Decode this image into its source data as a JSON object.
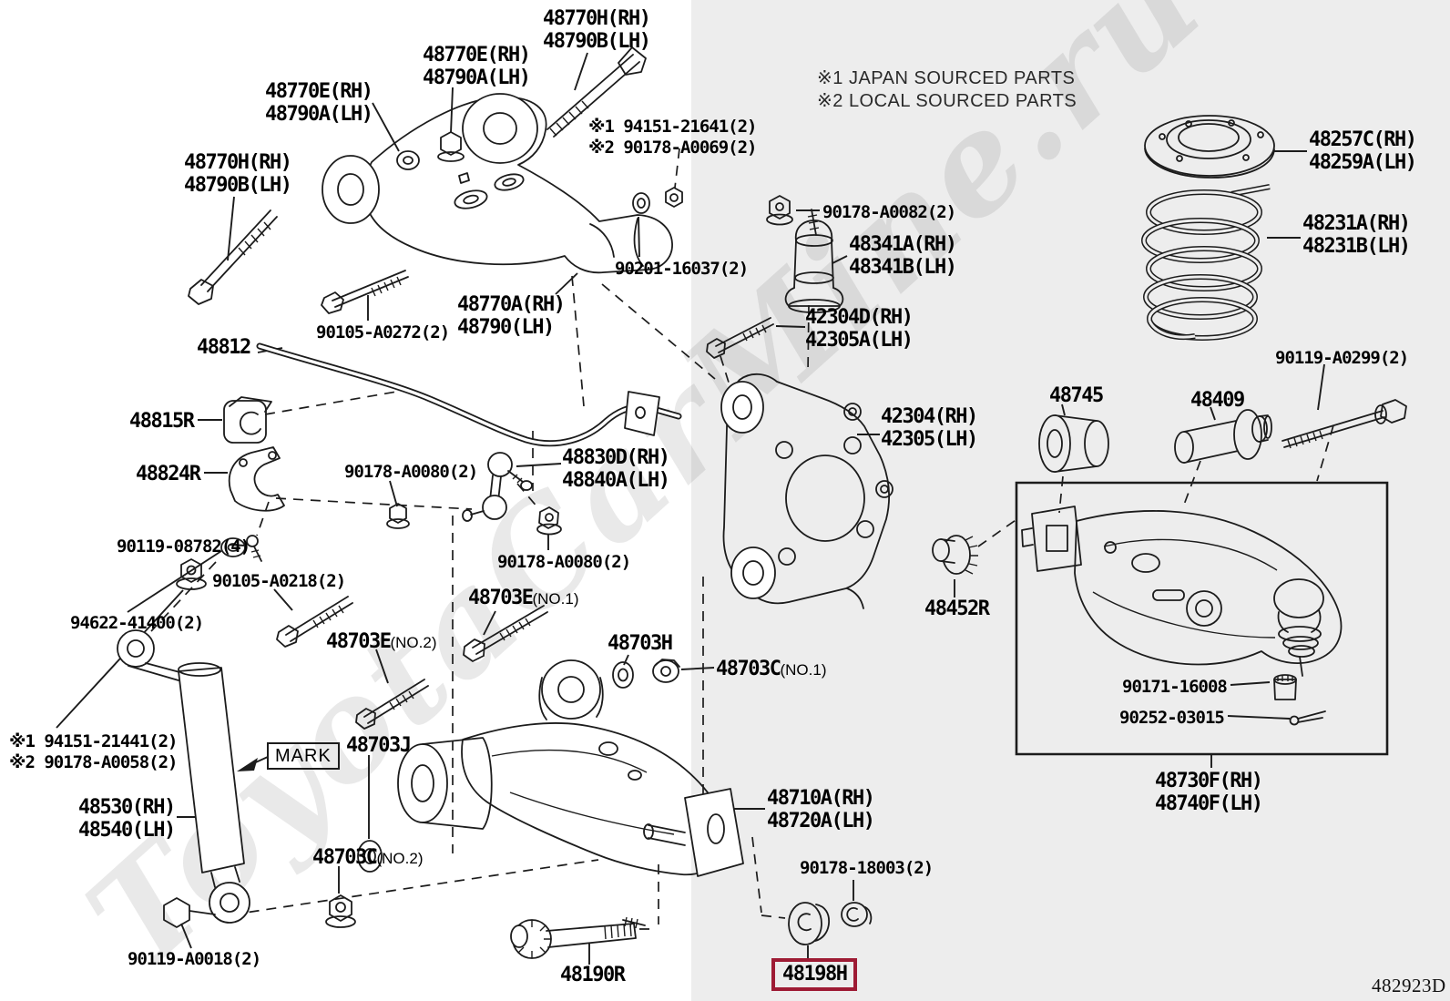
{
  "diagram": {
    "figure_code": "482923D",
    "watermark": "ToyotaCarMine.ru",
    "colors": {
      "highlight_box": "#9e1b34",
      "line": "#1c1c1c",
      "bg_left": "#ffffff",
      "bg_right": "#ededed"
    },
    "notes": {
      "l1": "※1 JAPAN SOURCED PARTS",
      "l2": "※2 LOCAL SOURCED PARTS"
    },
    "refs_top": {
      "l1": "※1 94151-21641(2)",
      "l2": "※2 90178-A0069(2)"
    },
    "refs_bottom": {
      "l1": "※1 94151-21441(2)",
      "l2": "※2 90178-A0058(2)"
    },
    "mark_tag": "MARK",
    "labels": {
      "l48770h_a": {
        "l1": "48770H(RH)",
        "l2": "48790B(LH)"
      },
      "l48770e_a": {
        "l1": "48770E(RH)",
        "l2": "48790A(LH)"
      },
      "l48770e_b": {
        "l1": "48770E(RH)",
        "l2": "48790A(LH)"
      },
      "l48770h_b": {
        "l1": "48770H(RH)",
        "l2": "48790B(LH)"
      },
      "l90201": "90201-16037(2)",
      "l90105_a0272": "90105-A0272(2)",
      "l48770a": {
        "l1": "48770A(RH)",
        "l2": "48790(LH)"
      },
      "l48812": "48812",
      "l48815r": "48815R",
      "l48824r": "48824R",
      "l90178_a0082": "90178-A0082(2)",
      "l48341a": {
        "l1": "48341A(RH)",
        "l2": "48341B(LH)"
      },
      "l42304d": {
        "l1": "42304D(RH)",
        "l2": "42305A(LH)"
      },
      "l42304": {
        "l1": "42304(RH)",
        "l2": "42305(LH)"
      },
      "l48257c": {
        "l1": "48257C(RH)",
        "l2": "48259A(LH)"
      },
      "l48231a": {
        "l1": "48231A(RH)",
        "l2": "48231B(LH)"
      },
      "l90119_a0299": "90119-A0299(2)",
      "l48745": "48745",
      "l48409": "48409",
      "l90178_a0080_a": "90178-A0080(2)",
      "l48830d": {
        "l1": "48830D(RH)",
        "l2": "48840A(LH)"
      },
      "l90119_08782": "90119-08782(4)",
      "l90178_a0080_b": "90178-A0080(2)",
      "l90105_a0218": "90105-A0218(2)",
      "l48703e_1": {
        "part": "48703E",
        "suffix": "(NO.1)"
      },
      "l94622": "94622-41400(2)",
      "l48703e_2": {
        "part": "48703E",
        "suffix": "(NO.2)"
      },
      "l48703h": "48703H",
      "l48452r": "48452R",
      "l48703c_1": {
        "part": "48703C",
        "suffix": "(NO.1)"
      },
      "l90171": "90171-16008",
      "l90252": "90252-03015",
      "l48703j": "48703J",
      "l48530": {
        "l1": "48530(RH)",
        "l2": "48540(LH)"
      },
      "l48710a": {
        "l1": "48710A(RH)",
        "l2": "48720A(LH)"
      },
      "l48730f": {
        "l1": "48730F(RH)",
        "l2": "48740F(LH)"
      },
      "l48703c_2": {
        "part": "48703C",
        "suffix": "(NO.2)"
      },
      "l90178_18003": "90178-18003(2)",
      "l90119_a0018": "90119-A0018(2)",
      "l48190r": "48190R",
      "l48198h": "48198H"
    }
  }
}
